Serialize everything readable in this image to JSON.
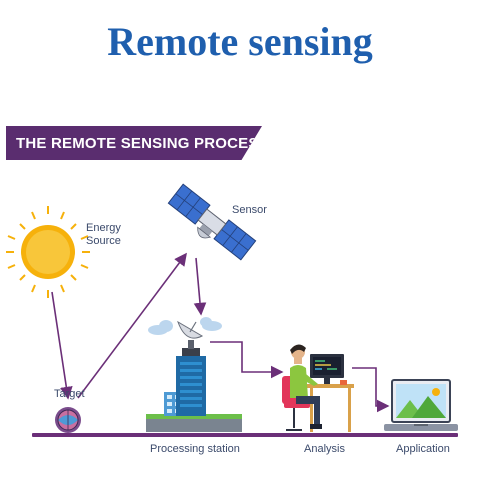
{
  "title": "Remote sensing",
  "banner": "THE REMOTE SENSING PROCESS",
  "labels": {
    "energy_source_line1": "Energy",
    "energy_source_line2": "Source",
    "sensor": "Sensor",
    "target": "Target",
    "processing_station": "Processing station",
    "analysis": "Analysis",
    "application": "Application"
  },
  "colors": {
    "title": "#1f5fae",
    "banner": "#5a2d6f",
    "arrow": "#6b2f78",
    "sun": "#f6b10b",
    "building": "#1f6aa5",
    "person_shirt": "#8cc63f",
    "chair": "#e2365a"
  }
}
